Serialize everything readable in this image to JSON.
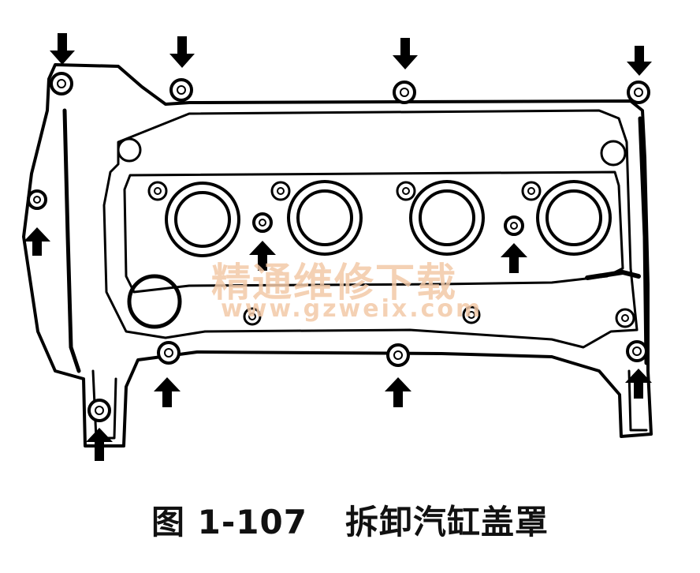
{
  "figure": {
    "label": "图 1-107",
    "title": "拆卸汽缸盖罩"
  },
  "watermark": {
    "line1": "精通维修下载",
    "line2": "www.gzweix.com"
  }
}
